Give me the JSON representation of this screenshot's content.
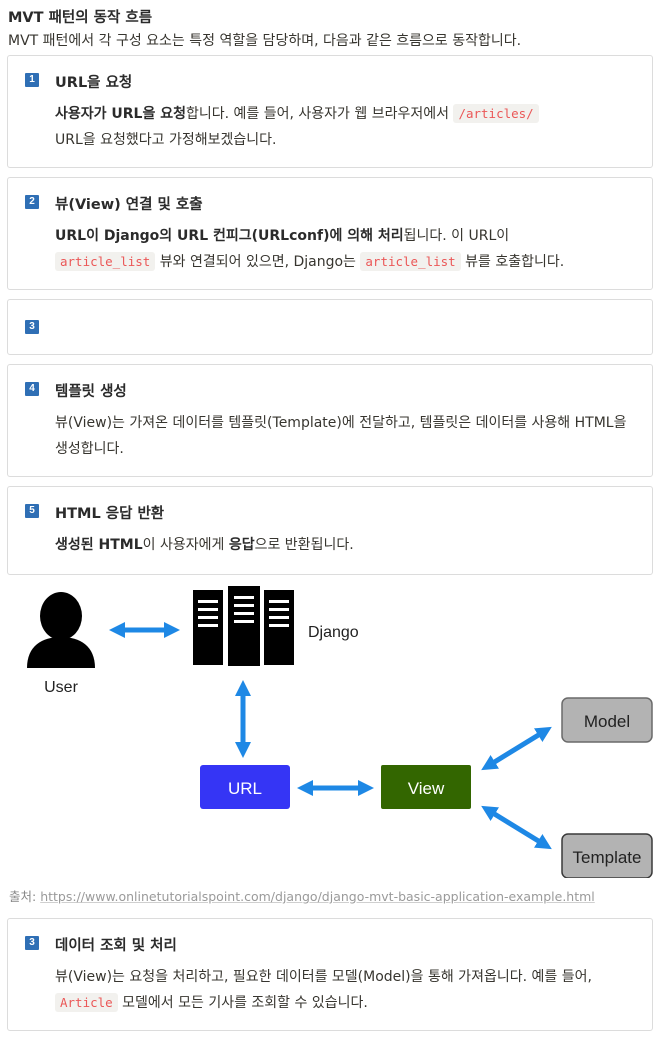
{
  "heading": "MVT 패턴의 동작 흐름",
  "intro": "MVT 패턴에서 각 구성 요소는 특정 역할을 담당하며, 다음과 같은 흐름으로 동작합니다.",
  "steps": [
    {
      "num": "1",
      "title": "URL을 요청",
      "b1": "사용자가 URL을 요청",
      "t1": "합니다. 예를 들어, 사용자가 웹 브라우저에서 ",
      "code1": "/articles/",
      "t2": "URL을 요청했다고 가정해보겠습니다."
    },
    {
      "num": "2",
      "title": "뷰(View) 연결 및 호출",
      "b1": "URL이 Django의 URL 컨피그(URLconf)에 의해 처리",
      "t1": "됩니다. 이 URL이",
      "code1": "article_list",
      "t2": " 뷰와 연결되어 있으면, Django는 ",
      "code2": "article_list",
      "t3": " 뷰를 호출합니다."
    },
    {
      "num": "3"
    },
    {
      "num": "4",
      "title": "템플릿 생성",
      "text": "뷰(View)는 가져온 데이터를 템플릿(Template)에 전달하고, 템플릿은 데이터를 사용해 HTML을 생성합니다."
    },
    {
      "num": "5",
      "title": "HTML 응답 반환",
      "b1": "생성된 HTML",
      "t1": "이 사용자에게 ",
      "b2": "응답",
      "t2": "으로 반환됩니다."
    }
  ],
  "diagram": {
    "user_label": "User",
    "django_label": "Django",
    "url_label": "URL",
    "view_label": "View",
    "model_label": "Model",
    "template_label": "Template",
    "colors": {
      "arrow": "#1e88e5",
      "url_box": "#3535f5",
      "view_box": "#336600",
      "side_box": "#b3b3b3"
    }
  },
  "source": {
    "prefix": "출처: ",
    "url": "https://www.onlinetutorialspoint.com/django/django-mvt-basic-application-example.html"
  },
  "step3_detail": {
    "num": "3",
    "title": "데이터 조회 및 처리",
    "t1": "뷰(View)는 요청을 처리하고, 필요한 데이터를 모델(Model)을 통해 가져옵니다. 예를 들어, ",
    "code1": "Article",
    "t2": " 모델에서 모든 기사를 조회할 수 있습니다."
  }
}
